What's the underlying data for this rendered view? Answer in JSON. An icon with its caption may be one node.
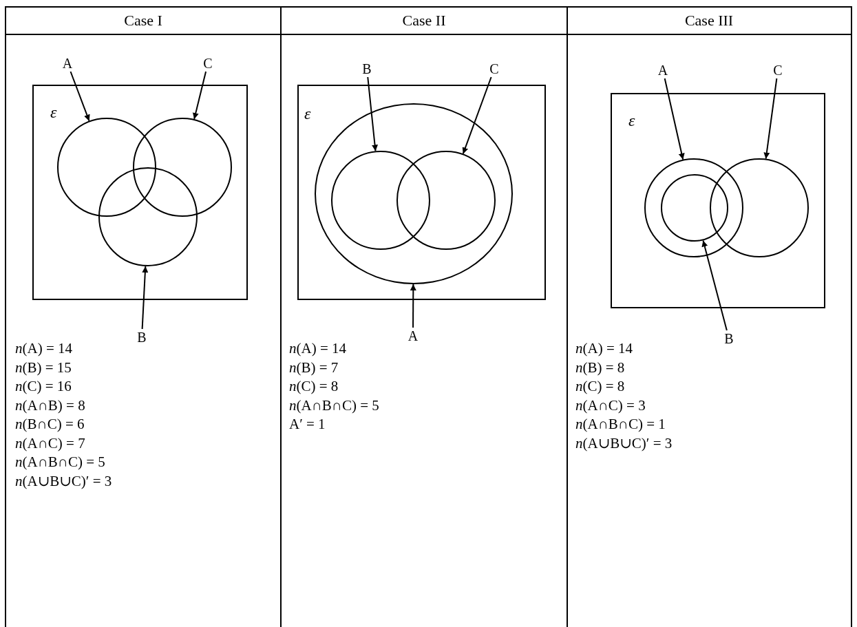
{
  "diagram": {
    "nodes": [
      {
        "text": [
          "ε"
        ]
      },
      {
        "text": [],
        "shape": "circle",
        "in": 0
      },
      {
        "text": [],
        "shape": "circle",
        "in": 0
      },
      {
        "text": [],
        "shape": "circle",
        "in": 0
      },
      {
        "text": [
          "A"
        ]
      },
      {
        "text": [
          "C"
        ]
      },
      {
        "text": [
          "B"
        ]
      },
      {
        "text": [
          "ε"
        ]
      },
      {
        "text": [],
        "shape": "ellipse",
        "in": 7
      },
      {
        "text": [],
        "shape": "circle",
        "in": 8
      },
      {
        "text": [],
        "shape": "circle",
        "in": 8
      },
      {
        "text": [
          "B"
        ]
      },
      {
        "text": [
          "C"
        ]
      },
      {
        "text": [
          "A"
        ]
      },
      {
        "text": [
          "ε"
        ]
      },
      {
        "text": [],
        "shape": "circle",
        "in": 14
      },
      {
        "text": [],
        "shape": "circle",
        "in": 15
      },
      {
        "text": [],
        "shape": "circle",
        "in": 14
      },
      {
        "text": [
          "A"
        ]
      },
      {
        "text": [
          "C"
        ]
      },
      {
        "text": [
          "B"
        ]
      }
    ],
    "edges": [
      {
        "from": 4,
        "to": 1,
        "arrow": "to"
      },
      {
        "from": 5,
        "to": 2,
        "arrow": "to"
      },
      {
        "from": 6,
        "to": 3,
        "arrow": "to"
      },
      {
        "from": 11,
        "to": 9,
        "arrow": "to"
      },
      {
        "from": 12,
        "to": 10,
        "arrow": "to"
      },
      {
        "from": 13,
        "to": 8,
        "arrow": "to"
      },
      {
        "from": 18,
        "to": 15,
        "arrow": "to"
      },
      {
        "from": 19,
        "to": 17,
        "arrow": "to"
      },
      {
        "from": 20,
        "to": 16,
        "arrow": "to"
      }
    ],
    "labels": [
      "Case I",
      "Case II",
      "Case III",
      "*n*(A) = 14",
      "*n*(B) = 15",
      "*n*(C) = 16",
      "*n*(A∩B) = 8",
      "*n*(B∩C) = 6",
      "*n*(A∩C) = 7",
      "*n*(A∩B∩C) = 5",
      "*n*(A∪B∪C)′ = 3",
      "*n*(A) = 14",
      "*n*(B) = 7",
      "*n*(C) = 8",
      "*n*(A∩B∩C) = 5",
      "A′ = 1",
      "*n*(A) = 14",
      "*n*(B) = 8",
      "*n*(C) = 8",
      "*n*(A∩C) = 3",
      "*n*(A∩B∩C) = 1",
      "*n*(A∪B∪C)′ = 3"
    ]
  }
}
